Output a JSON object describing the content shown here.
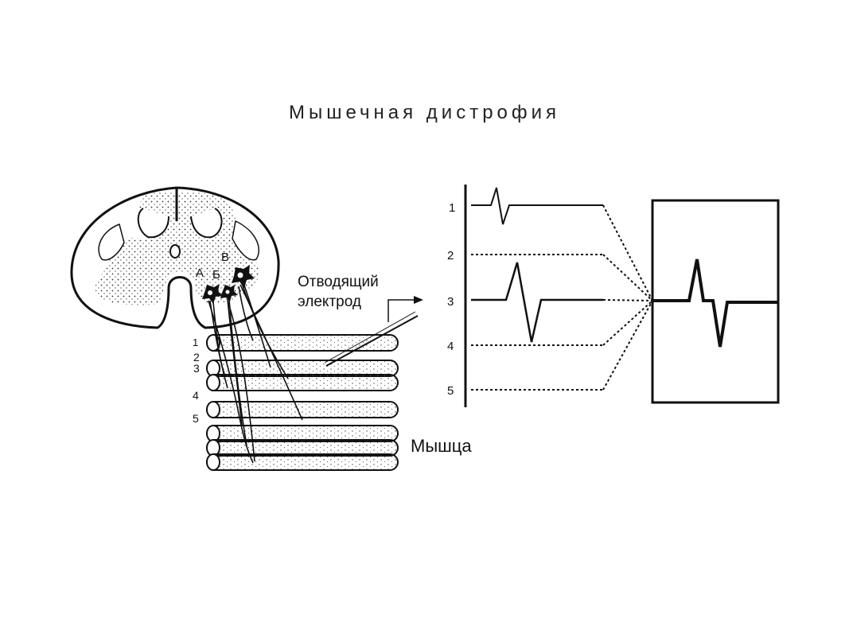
{
  "title": "Мышечная дистрофия",
  "labels": {
    "electrode_line1": "Отводящий",
    "electrode_line2": "электрод",
    "muscle": "Мышца",
    "neuron_a": "А",
    "neuron_b": "Б",
    "neuron_v": "В"
  },
  "fiber_numbers": [
    "1",
    "2",
    "3",
    "4",
    "5"
  ],
  "trace_numbers": [
    "1",
    "2",
    "3",
    "4",
    "5"
  ]
}
